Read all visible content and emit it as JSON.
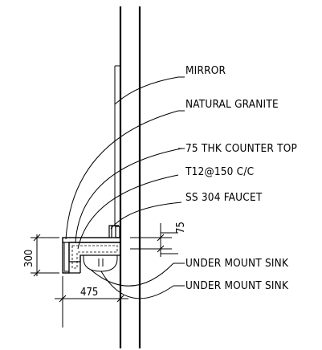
{
  "labels": {
    "mirror": "MIRROR",
    "natural_granite": "NATURAL GRANITE",
    "counter_top": "75 THK COUNTER TOP",
    "rebar": "T12@150 C/C",
    "faucet": "SS 304 FAUCET",
    "under_mount_sink_1": "UNDER MOUNT SINK",
    "under_mount_sink_2": "UNDER MOUNT SINK"
  },
  "dimensions": {
    "height": "300",
    "thickness": "75",
    "width": "475"
  },
  "colors": {
    "line": "#000000",
    "background": "#ffffff"
  }
}
